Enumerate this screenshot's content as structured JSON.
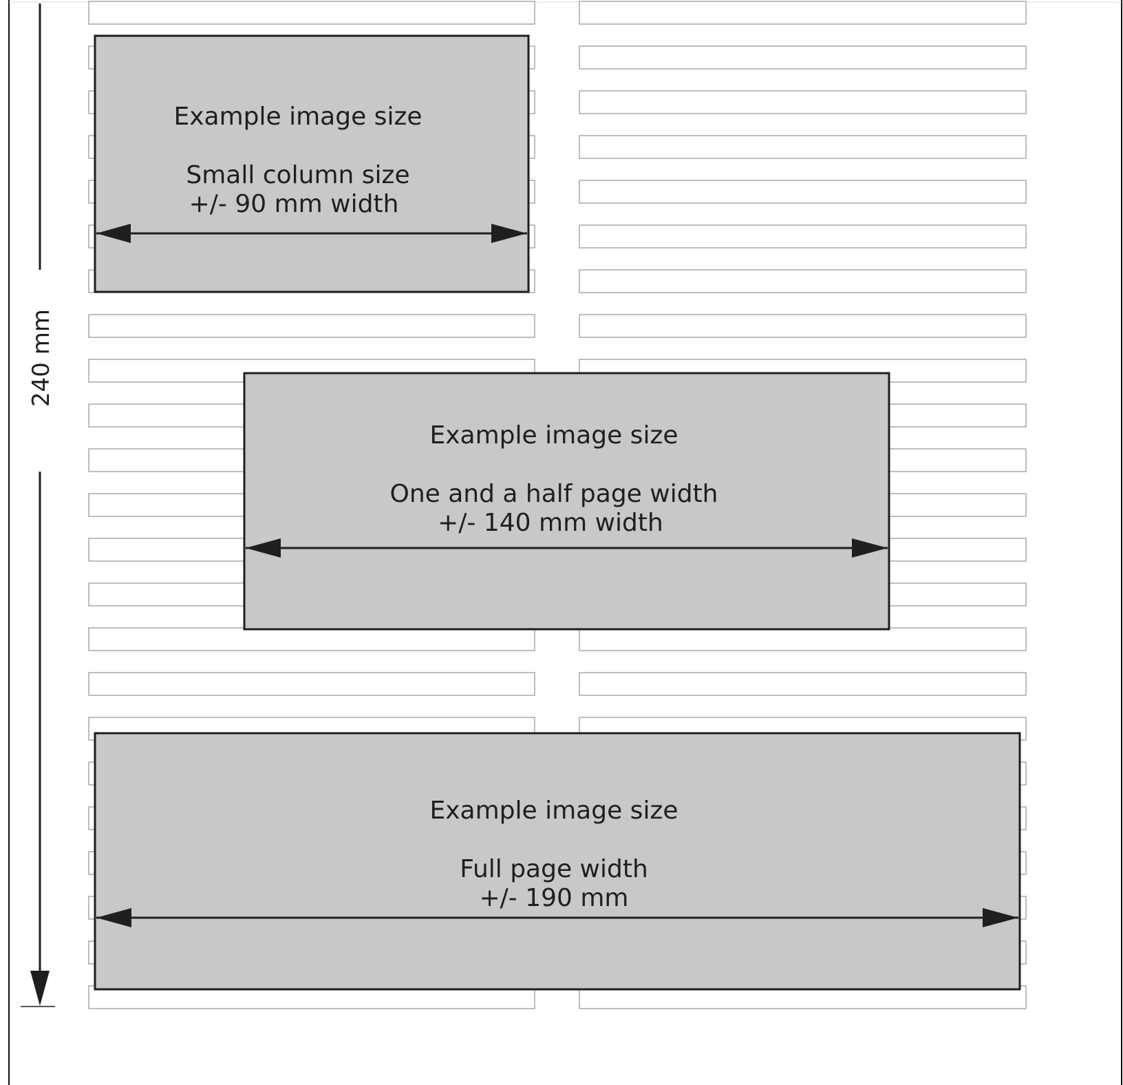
{
  "diagram": {
    "height_label": "240 mm",
    "colors": {
      "box_fill": "#c6c8c9",
      "stroke": "#1f1f1f",
      "line_row": "#9a9a9a",
      "page_border": "#111111"
    },
    "boxes": [
      {
        "id": "small-column",
        "heading": "Example image size",
        "line1": "Small column size",
        "line2": "+/- 90 mm width"
      },
      {
        "id": "one-and-half",
        "heading": "Example image size",
        "line1": "One and a half page width",
        "line2": "+/- 140 mm width"
      },
      {
        "id": "full-page",
        "heading": "Example image size",
        "line1": "Full page width",
        "line2": "+/- 190 mm"
      }
    ]
  }
}
